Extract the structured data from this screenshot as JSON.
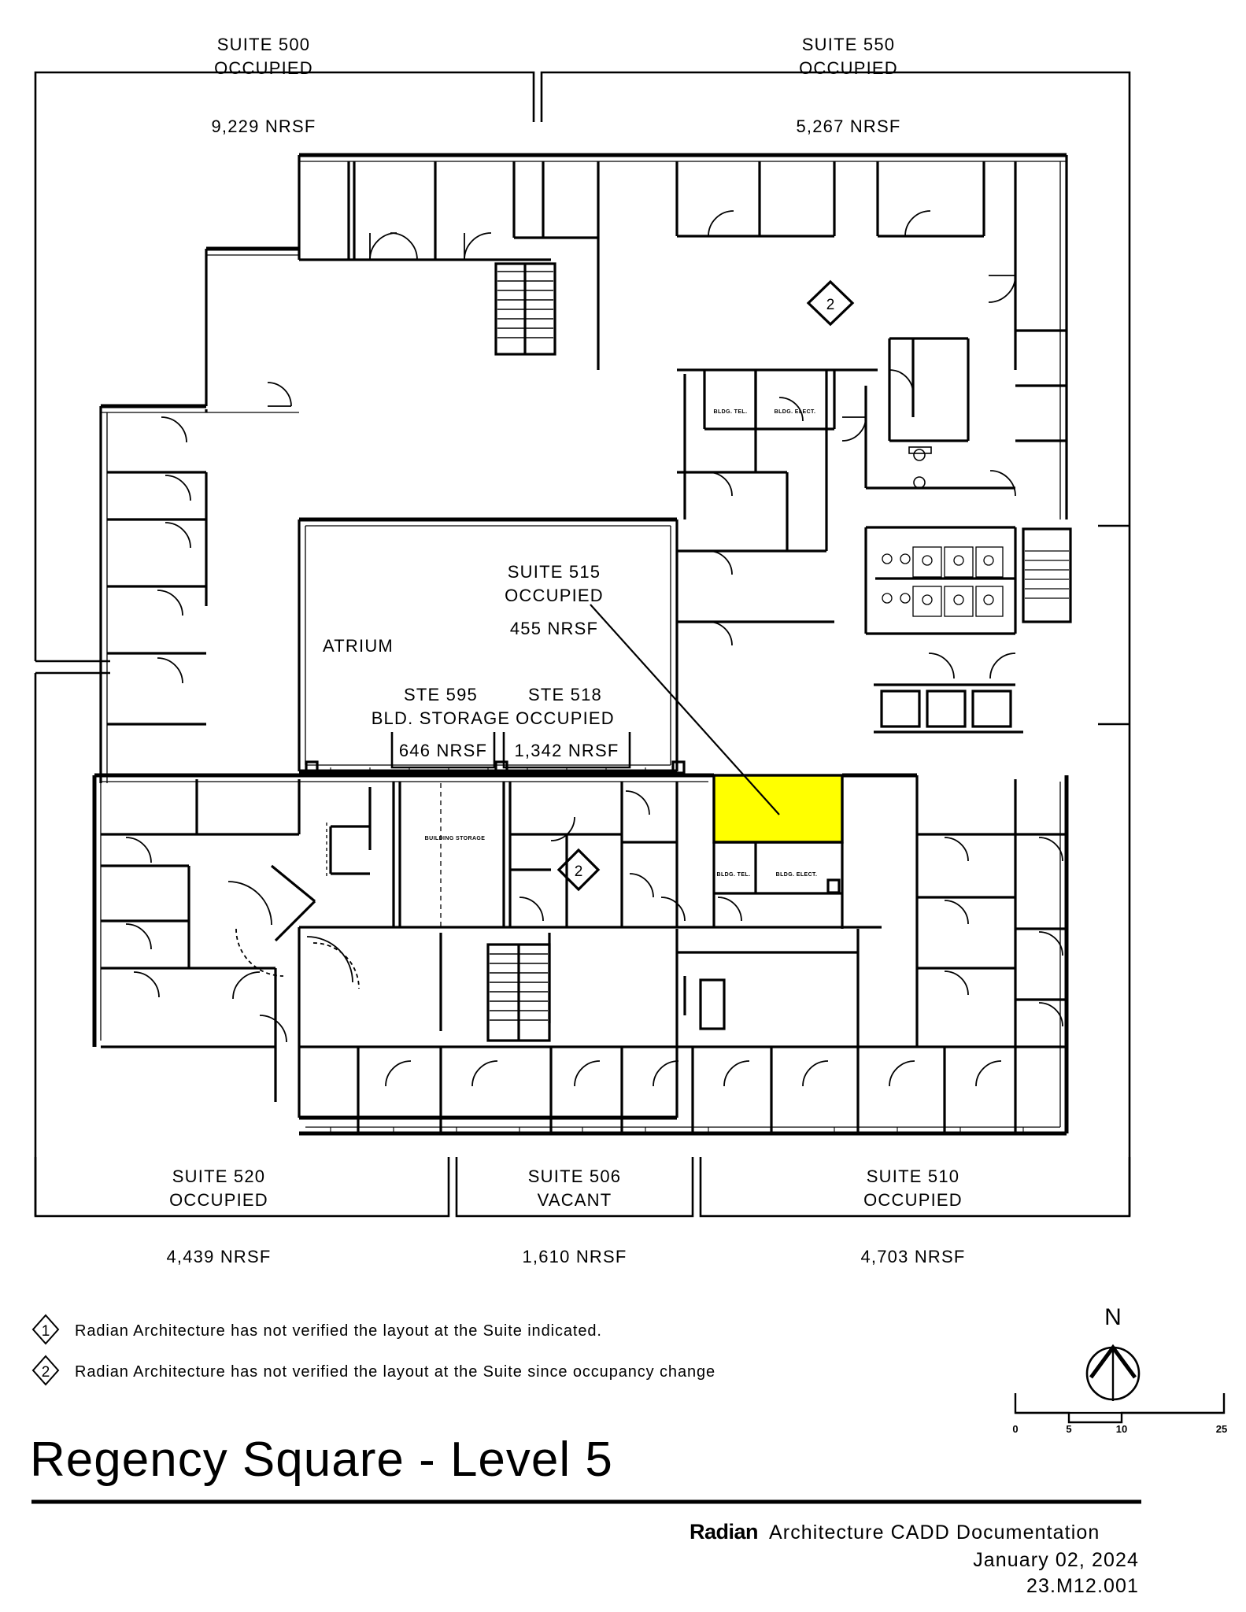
{
  "sheet": {
    "title": "Regency Square -  Level 5",
    "accent_highlight_color": "#FFFF00",
    "line_color": "#000000",
    "background_color": "#FFFFFF"
  },
  "top_suites": [
    {
      "name": "SUITE 500",
      "status": "OCCUPIED",
      "area": "9,229 NRSF"
    },
    {
      "name": "SUITE 550",
      "status": "OCCUPIED",
      "area": "5,267 NRSF"
    }
  ],
  "bottom_suites": [
    {
      "name": "SUITE 520",
      "status": "OCCUPIED",
      "area": "4,439 NRSF"
    },
    {
      "name": "SUITE 506",
      "status": "VACANT",
      "area": "1,610 NRSF"
    },
    {
      "name": "SUITE 510",
      "status": "OCCUPIED",
      "area": "4,703 NRSF"
    }
  ],
  "interior_labels": {
    "atrium": "ATRIUM",
    "suite_515": {
      "name": "SUITE 515",
      "status": "OCCUPIED",
      "area": "455 NRSF"
    },
    "ste_595": {
      "name": "STE 595",
      "status": "BLD. STORAGE",
      "area": "646 NRSF"
    },
    "ste_518": {
      "name": "STE 518",
      "status": "OCCUPIED",
      "area": "1,342 NRSF"
    },
    "building_storage": "BUILDING STORAGE",
    "bldg_tel_upper": "BLDG. TEL.",
    "bldg_elect_upper": "BLDG. ELECT.",
    "bldg_tel_lower": "BLDG. TEL.",
    "bldg_elect_lower": "BLDG. ELECT."
  },
  "revision_markers": [
    {
      "id": "2",
      "location": "upper-right-wing"
    },
    {
      "id": "2",
      "location": "lower-center-wing"
    }
  ],
  "notes": [
    {
      "id": "1",
      "text": "Radian Architecture has not verified the layout at the Suite indicated."
    },
    {
      "id": "2",
      "text": "Radian Architecture has not verified the layout at the Suite since occupancy change"
    }
  ],
  "north_arrow": {
    "label": "N"
  },
  "scale_bar": {
    "ticks": [
      "0",
      "5",
      "10",
      "25"
    ]
  },
  "footer": {
    "brand": "Radian",
    "brand_suffix": "Architecture CADD Documentation",
    "date": "January 02, 2024",
    "project_number": "23.M12.001"
  }
}
